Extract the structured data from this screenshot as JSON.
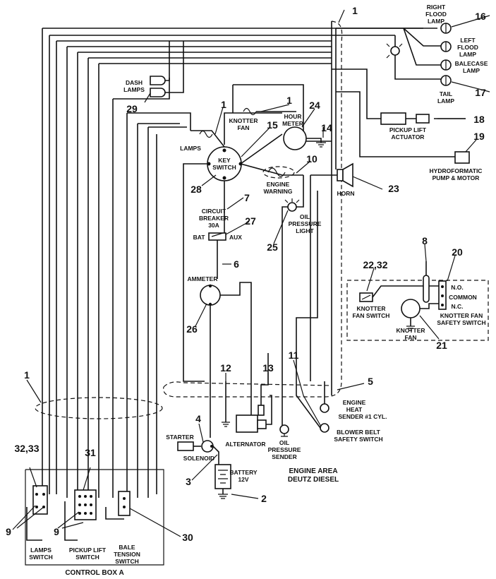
{
  "labels": {
    "right_flood_lamp": [
      "RIGHT",
      "FLOOD",
      "LAMP"
    ],
    "left_flood_lamp": [
      "LEFT",
      "FLOOD",
      "LAMP"
    ],
    "balecase_lamp": [
      "BALECASE",
      "LAMP"
    ],
    "tail_lamp": [
      "TAIL",
      "LAMP"
    ],
    "pickup_lift_actuator": [
      "PICKUP LIFT",
      "ACTUATOR"
    ],
    "hydroformatic": [
      "HYDROFORMATIC",
      "PUMP & MOTOR"
    ],
    "dash_lamps": [
      "DASH",
      "LAMPS"
    ],
    "knotter_fan_top": [
      "KNOTTER",
      "FAN"
    ],
    "hour_meter": [
      "HOUR",
      "METER"
    ],
    "lamps": "LAMPS",
    "key_switch": [
      "KEY",
      "SWITCH"
    ],
    "engine_warning": [
      "ENGINE",
      "WARNING"
    ],
    "horn": "HORN",
    "oil_pressure_light": [
      "OIL",
      "PRESSURE",
      "LIGHT"
    ],
    "circuit_breaker": [
      "CIRCUIT",
      "BREAKER",
      "30A"
    ],
    "bat": "BAT",
    "aux": "AUX",
    "ammeter": "AMMETER",
    "no": "N.O.",
    "common": "COMMON",
    "nc": "N.C.",
    "knotter_fan_switch": [
      "KNOTTER",
      "FAN SWITCH"
    ],
    "knotter_fan_safety_switch": [
      "KNOTTER FAN",
      "SAFETY SWITCH"
    ],
    "knotter_fan_bottom": [
      "KNOTTER",
      "FAN"
    ],
    "engine_heat_sender": [
      "ENGINE",
      "HEAT",
      "SENDER #1 CYL."
    ],
    "blower_belt": [
      "BLOWER BELT",
      "SAFETY SWITCH"
    ],
    "oil_pressure_sender": [
      "OIL",
      "PRESSURE",
      "SENDER"
    ],
    "starter": "STARTER",
    "solenoid": "SOLENOID",
    "alternator": "ALTERNATOR",
    "battery": [
      "BATTERY",
      "12V"
    ],
    "engine_area": [
      "ENGINE AREA",
      "DEUTZ DIESEL"
    ],
    "lamps_switch": [
      "LAMPS",
      "SWITCH"
    ],
    "pickup_lift_switch": [
      "PICKUP LIFT",
      "SWITCH"
    ],
    "bale_tension_switch": [
      "BALE",
      "TENSION",
      "SWITCH"
    ],
    "control_box": "CONTROL BOX A"
  },
  "callouts": {
    "n1_top": "1",
    "n16": "16",
    "n17": "17",
    "n18": "18",
    "n19": "19",
    "n1_knotter": "1",
    "n24": "24",
    "n14": "14",
    "n29": "29",
    "n1_lamps": "1",
    "n15": "15",
    "n10": "10",
    "n28": "28",
    "n7": "7",
    "n23": "23",
    "n27": "27",
    "n25": "25",
    "n6": "6",
    "n8": "8",
    "n20": "20",
    "n2232": "22,32",
    "n26": "26",
    "n21": "21",
    "n11": "11",
    "n1_left": "1",
    "n12": "12",
    "n13": "13",
    "n5": "5",
    "n4": "4",
    "n3": "3",
    "n2": "2",
    "n3233": "32,33",
    "n31": "31",
    "n9a": "9",
    "n9b": "9",
    "n30": "30"
  }
}
